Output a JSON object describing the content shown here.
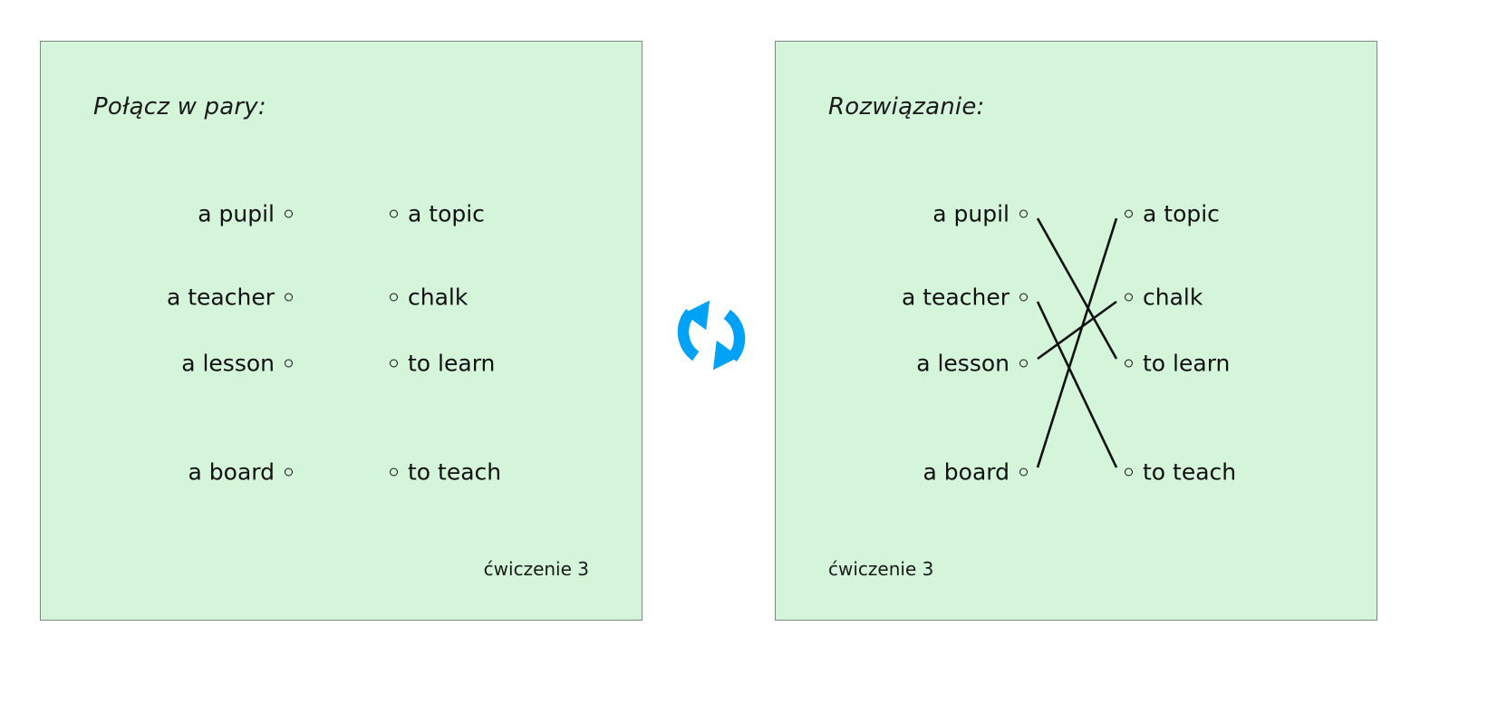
{
  "meta": {
    "accent_color": "#00a2f5",
    "panel_background": "#d4f5da",
    "panel_border": "#7a8a7e",
    "text_color": "#111111"
  },
  "center_icon": {
    "name": "refresh-sync-icon",
    "color": "#00a2f5"
  },
  "left_panel": {
    "title": "Połącz w pary:",
    "exercise_label": "ćwiczenie 3",
    "left_column": [
      "a pupil",
      "a teacher",
      "a lesson",
      "a board"
    ],
    "right_column": [
      "a topic",
      "chalk",
      "to learn",
      "to teach"
    ],
    "connections": []
  },
  "right_panel": {
    "title": "Rozwiązanie:",
    "exercise_label": "ćwiczenie 3",
    "left_column": [
      "a pupil",
      "a teacher",
      "a lesson",
      "a board"
    ],
    "right_column": [
      "a topic",
      "chalk",
      "to learn",
      "to teach"
    ],
    "connections": [
      {
        "from": "a pupil",
        "to": "to learn",
        "from_index": 0,
        "to_index": 2
      },
      {
        "from": "a teacher",
        "to": "to teach",
        "from_index": 1,
        "to_index": 3
      },
      {
        "from": "a lesson",
        "to": "chalk",
        "from_index": 2,
        "to_index": 1
      },
      {
        "from": "a board",
        "to": "a topic",
        "from_index": 3,
        "to_index": 0
      }
    ]
  },
  "row_positions_y": [
    190,
    282,
    355,
    475
  ]
}
